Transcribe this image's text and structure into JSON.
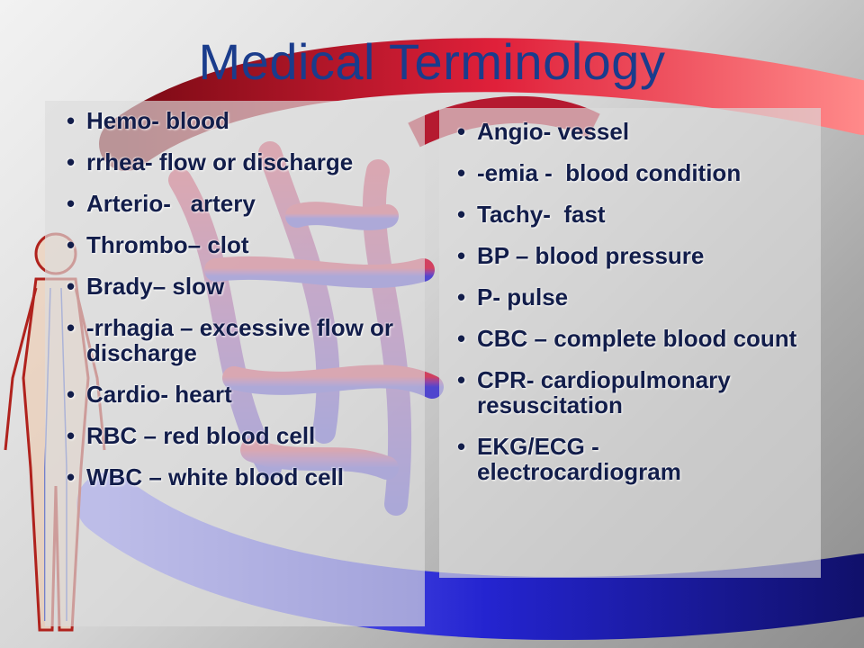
{
  "slide": {
    "title": "Medical Terminology",
    "left_terms": [
      "Hemo- blood",
      "rrhea- flow or discharge",
      "Arterio-   artery",
      "Thrombo– clot",
      "Brady– slow",
      "-rrhagia – excessive flow or discharge",
      "Cardio- heart",
      "RBC – red blood cell",
      "WBC – white blood cell"
    ],
    "right_terms": [
      "Angio- vessel",
      "-emia -  blood condition",
      "Tachy-  fast",
      "BP – blood pressure",
      "P- pulse",
      "CBC – complete blood count",
      "CPR- cardiopulmonary resuscitation",
      "EKG/ECG - electrocardiogram"
    ],
    "bullet_glyph": "•"
  },
  "colors": {
    "title": "#1a3c8c",
    "text": "#121d4a",
    "vessel_red": "#c8102e",
    "vessel_blue": "#2b2bd6",
    "vessel_purple": "#7a2f9e"
  }
}
